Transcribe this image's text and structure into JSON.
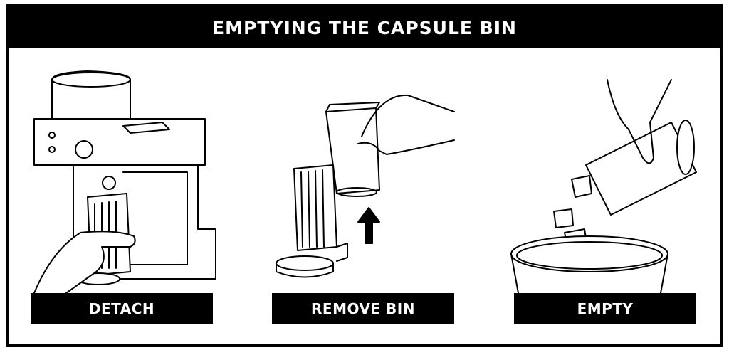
{
  "title": "EMPTYING THE CAPSULE BIN",
  "steps": [
    {
      "label": "DETACH",
      "icon": "coffee-machine-detach-bin-illustration"
    },
    {
      "label": "REMOVE BIN",
      "icon": "remove-bin-arrow-up-illustration"
    },
    {
      "label": "EMPTY",
      "icon": "empty-capsules-into-trash-illustration"
    }
  ]
}
